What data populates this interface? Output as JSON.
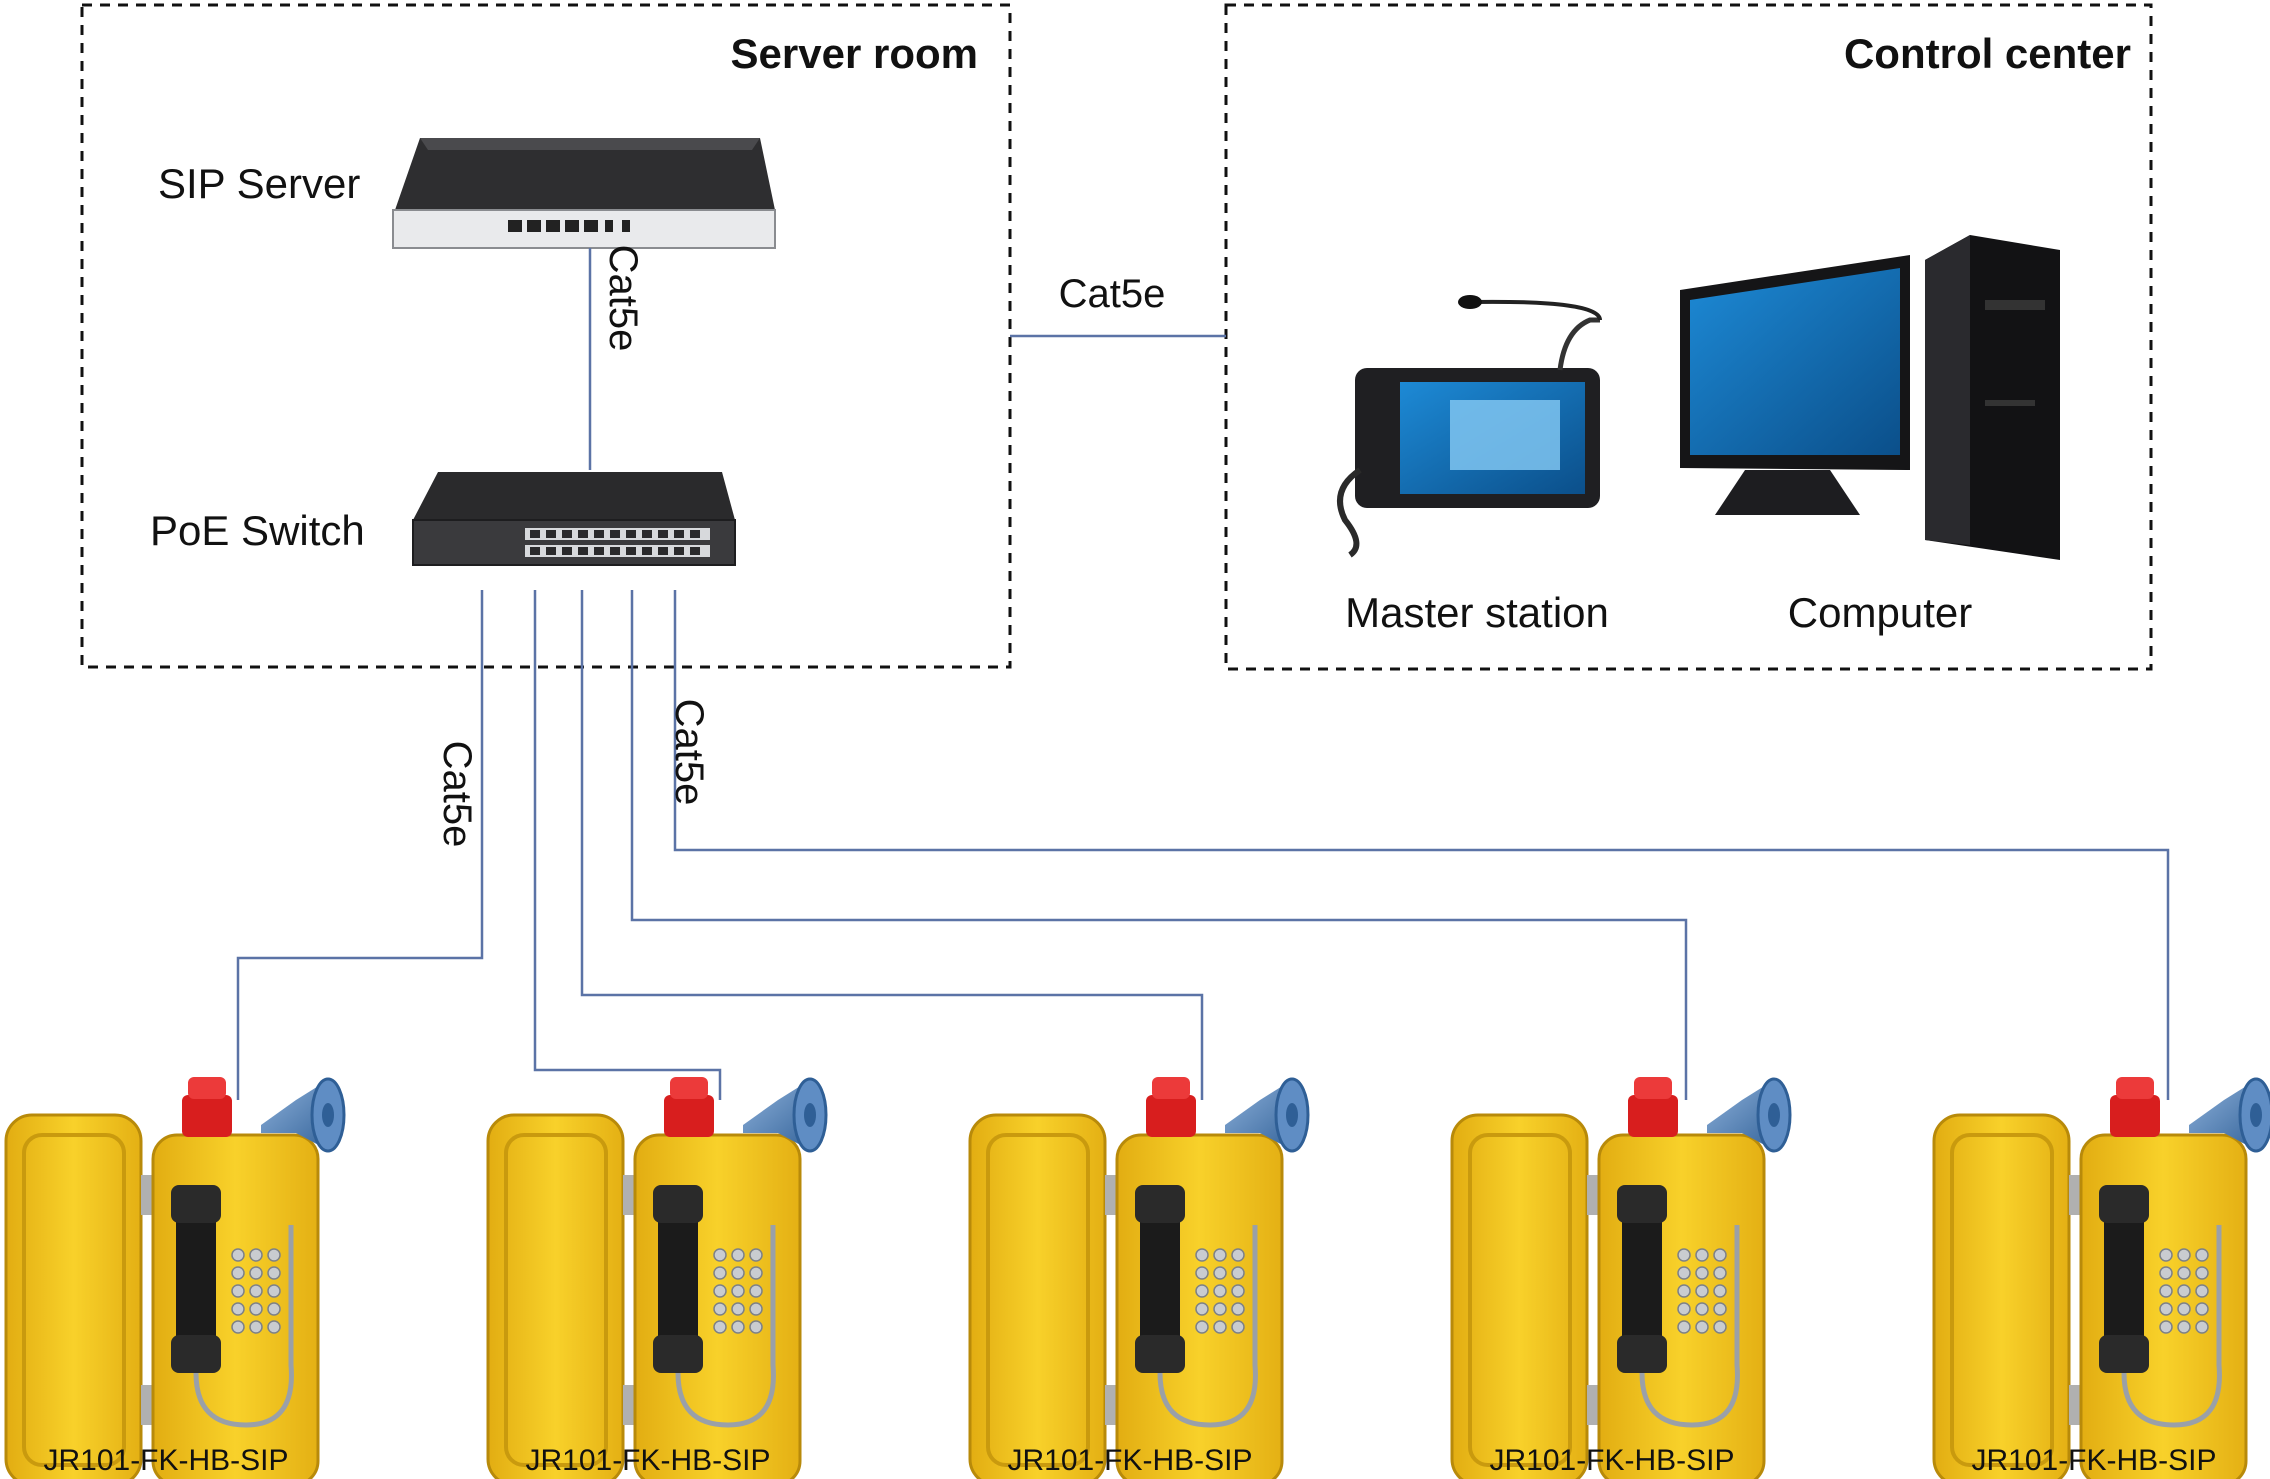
{
  "zones": {
    "server_room": "Server room",
    "control_center": "Control center"
  },
  "devices": {
    "sip_server": "SIP Server",
    "poe_switch": "PoE Switch",
    "master_station": "Master station",
    "computer": "Computer"
  },
  "cables": {
    "server_to_switch": "Cat5e",
    "room_to_center": "Cat5e",
    "switch_left": "Cat5e",
    "switch_right": "Cat5e"
  },
  "phones": [
    {
      "model": "JR101-FK-HB-SIP"
    },
    {
      "model": "JR101-FK-HB-SIP"
    },
    {
      "model": "JR101-FK-HB-SIP"
    },
    {
      "model": "JR101-FK-HB-SIP"
    },
    {
      "model": "JR101-FK-HB-SIP"
    }
  ],
  "colors": {
    "wire": "#5b73a6",
    "phone_body": "#f4c51c",
    "beacon": "#d81e1e",
    "horn": "#4f7bb0"
  }
}
